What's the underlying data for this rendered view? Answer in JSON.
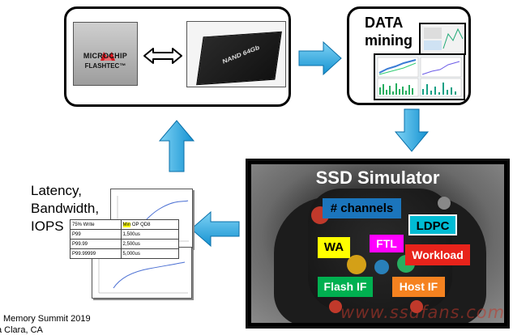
{
  "top_left": {
    "controller_brand": "Microchip",
    "controller_product": "Flashtec™",
    "nand_label": "NAND 64Gb"
  },
  "data_mining": {
    "line1": "DATA",
    "line2": "mining"
  },
  "simulator": {
    "title": "SSD Simulator",
    "tags": [
      {
        "label": "# channels",
        "bg": "#1b75bc",
        "fg": "#000000"
      },
      {
        "label": "LDPC",
        "bg": "#00bcd4",
        "fg": "#000000"
      },
      {
        "label": "WA",
        "bg": "#ffff00",
        "fg": "#000000"
      },
      {
        "label": "FTL",
        "bg": "#ff00ff",
        "fg": "#ffffff"
      },
      {
        "label": "Workload",
        "bg": "#e8231b",
        "fg": "#ffffff"
      },
      {
        "label": "Flash IF",
        "bg": "#00b050",
        "fg": "#ffffff"
      },
      {
        "label": "Host IF",
        "bg": "#f58220",
        "fg": "#ffffff"
      }
    ]
  },
  "metrics": {
    "line1": "Latency,",
    "line2": "Bandwidth,",
    "line3": "IOPS"
  },
  "latency_table": {
    "header": [
      "75% Write",
      "Min",
      "OP QD8"
    ],
    "rows": [
      [
        "P99",
        "1,500us"
      ],
      [
        "P99.99",
        "2,500us"
      ],
      [
        "P99.99999",
        "5,000us"
      ]
    ]
  },
  "footer": {
    "line1": "Memory Summit 2019",
    "line2": "a Clara, CA"
  },
  "watermark": "www.ssdfans.com",
  "colors": {
    "arrow": "#29a8e0",
    "arrow_dark": "#0a6fa8"
  }
}
